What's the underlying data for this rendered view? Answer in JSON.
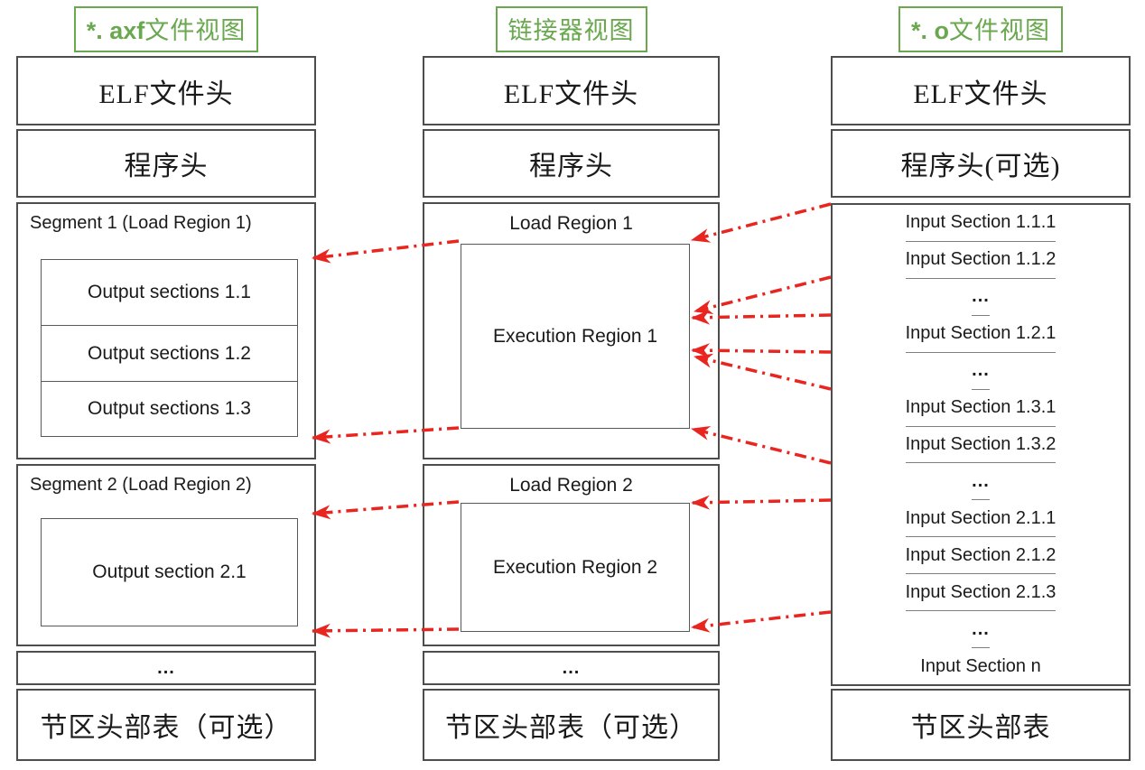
{
  "colors": {
    "green": "#6aa84f",
    "red": "#e8261f"
  },
  "titles": {
    "axf": {
      "bold": "*. axf",
      "rest": "文件视图"
    },
    "linker": {
      "text": "链接器视图"
    },
    "obj": {
      "bold": "*. o",
      "rest": "文件视图"
    }
  },
  "left_column": {
    "elf_header": "ELF文件头",
    "program_header": "程序头",
    "segment1_label": "Segment 1 (Load Region 1)",
    "output_sections": [
      "Output sections 1.1",
      "Output sections 1.2",
      "Output sections 1.3"
    ],
    "segment2_label": "Segment 2 (Load Region 2)",
    "output_section_2": "Output section 2.1",
    "ellipsis": "...",
    "footer": "节区头部表（可选）"
  },
  "middle_column": {
    "elf_header": "ELF文件头",
    "program_header": "程序头",
    "load_region_1": "Load Region 1",
    "execution_region_1": "Execution Region 1",
    "load_region_2": "Load Region 2",
    "execution_region_2": "Execution Region 2",
    "ellipsis": "...",
    "footer": "节区头部表（可选）"
  },
  "right_column": {
    "elf_header": "ELF文件头",
    "program_header": "程序头(可选)",
    "input_sections": [
      "Input Section 1.1.1",
      "Input Section 1.1.2",
      "...",
      "Input Section 1.2.1",
      "...",
      "Input Section 1.3.1",
      "Input Section 1.3.2",
      "...",
      "Input Section 2.1.1",
      "Input Section 2.1.2",
      "Input Section 2.1.3",
      "...",
      "Input Section n"
    ],
    "footer": "节区头部表"
  },
  "arrows": {
    "style": "red dash-dot with solid arrowheads pointing left",
    "count": 12
  }
}
